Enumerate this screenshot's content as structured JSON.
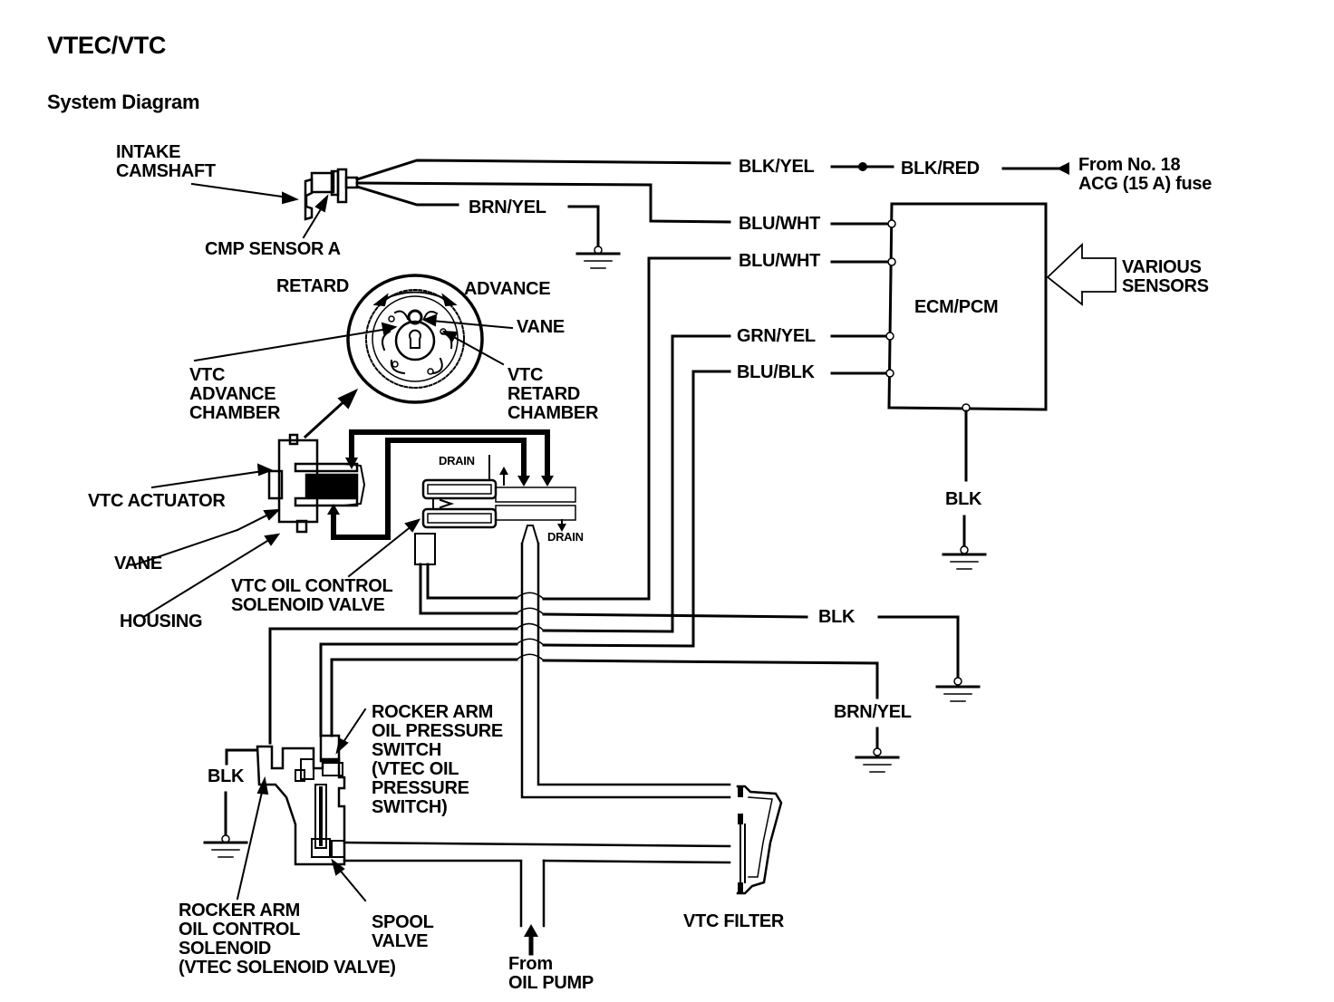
{
  "header": {
    "title": "VTEC/VTC",
    "subtitle": "System Diagram"
  },
  "components": {
    "intake_camshaft": "INTAKE\nCAMSHAFT",
    "cmp_sensor": "CMP SENSOR A",
    "ecm_pcm": "ECM/PCM",
    "various_sensors": "VARIOUS\nSENSORS",
    "fuse": "From No. 18\nACG (15 A) fuse",
    "retard": "RETARD",
    "advance": "ADVANCE",
    "vane_top": "VANE",
    "vtc_advance_chamber": "VTC\nADVANCE\nCHAMBER",
    "vtc_retard_chamber": "VTC\nRETARD\nCHAMBER",
    "vtc_actuator": "VTC ACTUATOR",
    "vane_bottom": "VANE",
    "housing": "HOUSING",
    "vtc_oil_control_valve": "VTC OIL CONTROL\nSOLENOID VALVE",
    "drain_top": "DRAIN",
    "drain_bottom": "DRAIN",
    "rocker_pressure_switch": "ROCKER ARM\nOIL PRESSURE\nSWITCH\n(VTEC OIL\nPRESSURE\nSWITCH)",
    "rocker_control_solenoid": "ROCKER ARM\nOIL CONTROL\nSOLENOID\n(VTEC SOLENOID VALVE)",
    "spool_valve": "SPOOL\nVALVE",
    "vtc_filter": "VTC FILTER",
    "from_oil_pump": "From\nOIL PUMP"
  },
  "wires": {
    "blk_yel": "BLK/YEL",
    "blk_red": "BLK/RED",
    "brn_yel_top": "BRN/YEL",
    "blu_wht_1": "BLU/WHT",
    "blu_wht_2": "BLU/WHT",
    "grn_yel": "GRN/YEL",
    "blu_blk": "BLU/BLK",
    "blk_ecm_ground": "BLK",
    "blk_mid": "BLK",
    "brn_yel_mid": "BRN/YEL",
    "blk_left": "BLK"
  }
}
